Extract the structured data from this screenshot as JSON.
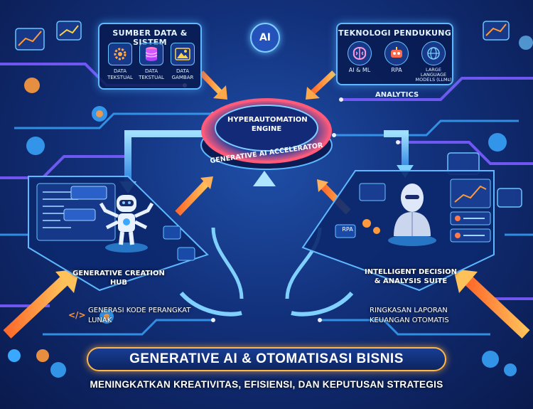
{
  "sources": {
    "title": "SUMBER DATA & SISTEM",
    "items": [
      {
        "label": "DATA TEKSTUAL",
        "icon": "gear-icon"
      },
      {
        "label": "DATA TEKSTUAL",
        "icon": "database-icon"
      },
      {
        "label": "DATA GAMBAR",
        "icon": "image-icon"
      }
    ]
  },
  "tech": {
    "title": "TEKNOLOGI PENDUKUNG",
    "items": [
      {
        "label": "AI & ML",
        "icon": "brain-icon"
      },
      {
        "label": "RPA",
        "icon": "robot-icon"
      },
      {
        "label": "LARGE LANGUAGE MODELS (LLMs)",
        "icon": "globe-icon"
      }
    ],
    "analytics": "ANALYTICS"
  },
  "engine": {
    "badge": "AI",
    "title": "HYPERAUTOMATION ENGINE",
    "accelerator": "GENERATIVE AI ACCELERATOR"
  },
  "left_hub": {
    "label": "GENERATIVE CREATION HUB",
    "caption": "GENERASI KODE PERANGKAT LUNAK",
    "code_icon": "</>"
  },
  "right_hub": {
    "label": "INTELLIGENT DECISION & ANALYSIS SUITE",
    "caption": "RINGKASAN LAPORAN KEUANGAN OTOMATIS",
    "rpa": "RPA"
  },
  "banner": {
    "title": "GENERATIVE AI & OTOMATISASI BISNIS",
    "subtitle": "MENINGKATKAN KREATIVITAS, EFISIENSI, DAN KEPUTUSAN STRATEGIS"
  },
  "colors": {
    "accent": "#5fb8ff",
    "orange": "#ff9a3c",
    "purple": "#8a5cff",
    "background": "#12307a"
  }
}
